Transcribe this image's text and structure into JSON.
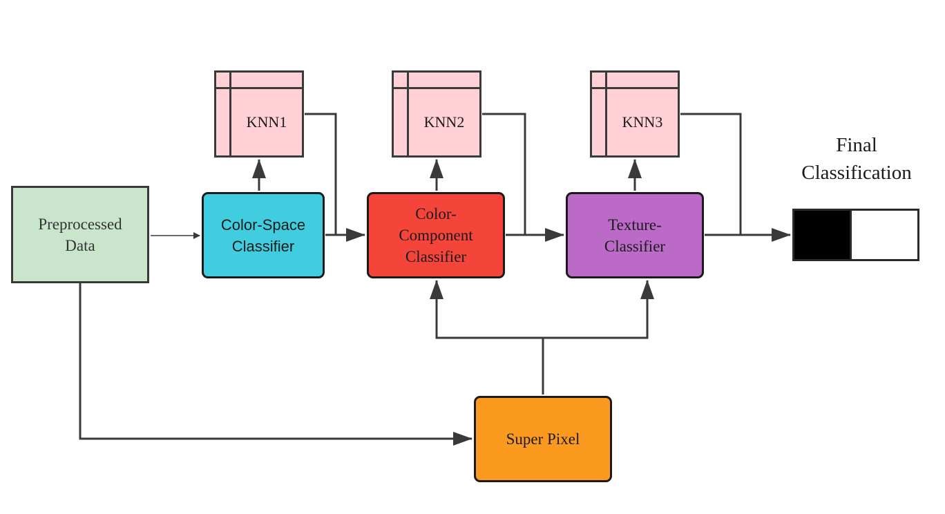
{
  "diagram": {
    "nodes": {
      "preprocessed": {
        "label": "Preprocessed\nData",
        "color": "#c9e6cc"
      },
      "color_space": {
        "label": "Color-Space\nClassifier",
        "color": "#41cde0"
      },
      "color_component": {
        "label": "Color-\nComponent\nClassifier",
        "color": "#f5443a"
      },
      "texture": {
        "label": "Texture-\nClassifier",
        "color": "#bb6ac7"
      },
      "super_pixel": {
        "label": "Super Pixel",
        "color": "#fb9a1f"
      }
    },
    "knn": [
      {
        "label": "KNN1",
        "color": "#ffd0d5"
      },
      {
        "label": "KNN2",
        "color": "#ffd0d5"
      },
      {
        "label": "KNN3",
        "color": "#ffd0d5"
      }
    ],
    "final": {
      "title": "Final\nClassification"
    }
  }
}
